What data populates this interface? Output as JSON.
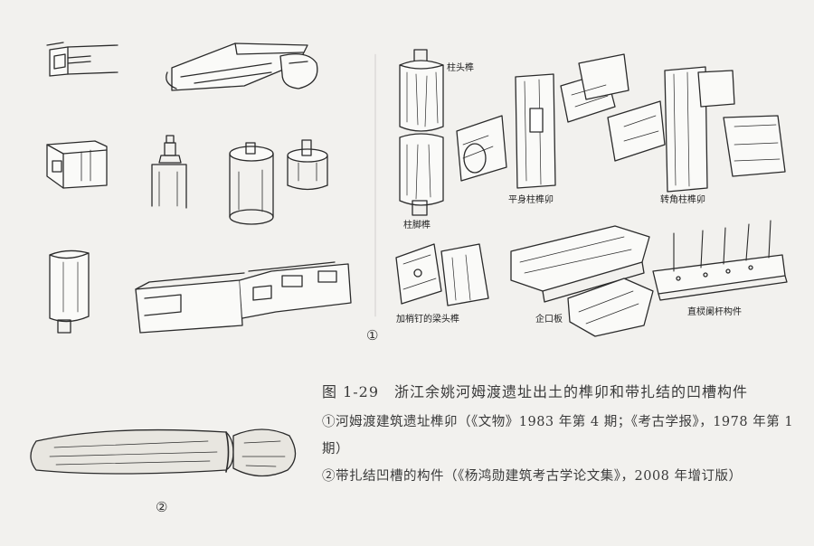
{
  "figure": {
    "labels": {
      "column_head_tenon": "柱头榫",
      "column_foot_tenon": "柱脚榫",
      "flat_column_mortise": "平身柱榫卯",
      "corner_column_mortise": "转角柱榫卯",
      "pinned_beam_tenon": "加梢钉的梁头榫",
      "tongue_groove_board": "企口板",
      "railing_member": "直棂阑杆构件"
    },
    "panel_numbers": {
      "one": "①",
      "two": "②"
    }
  },
  "caption": {
    "title": "图 1-29　浙江余姚河姆渡遗址出土的榫卯和带扎结的凹槽构件",
    "ref1": "①河姆渡建筑遗址榫卯（《文物》1983 年第 4 期；《考古学报》，1978 年第 1 期）",
    "ref2": "②带扎结凹槽的构件（《杨鸿勋建筑考古学论文集》，2008 年增订版）"
  }
}
